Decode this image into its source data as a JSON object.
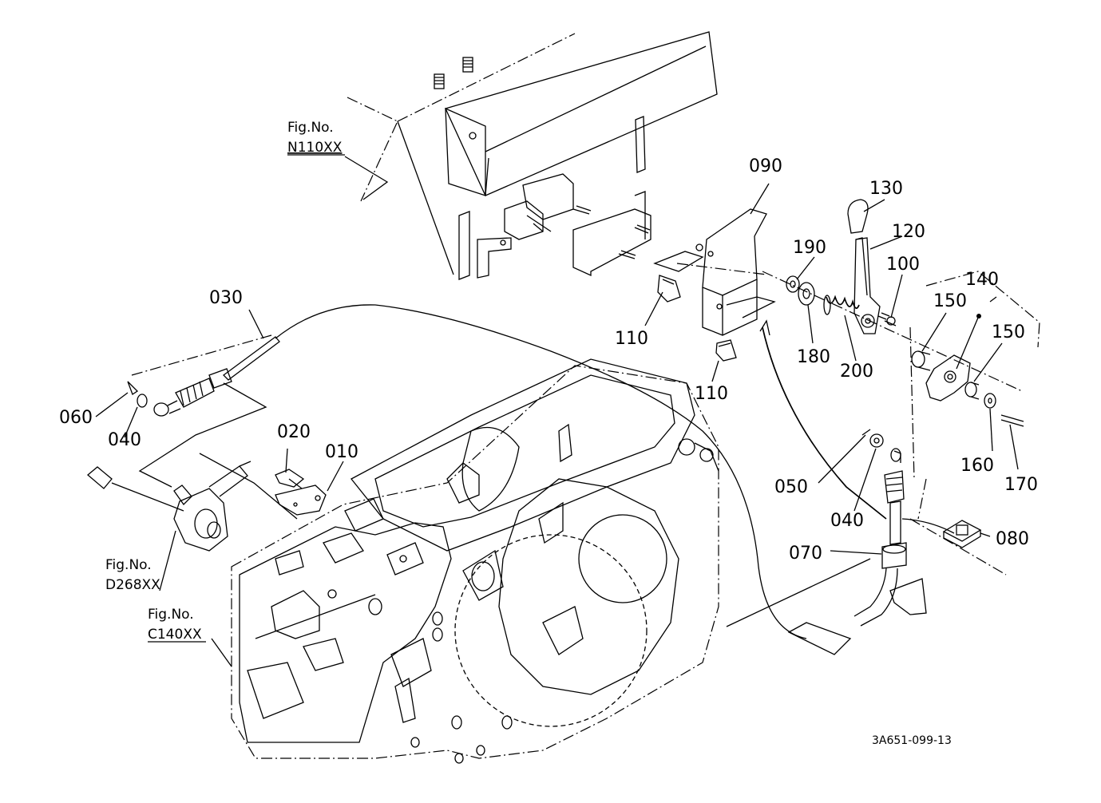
{
  "figure_refs": {
    "n110": {
      "line1": "Fig.No.",
      "line2": "N110XX"
    },
    "d268": {
      "line1": "Fig.No.",
      "line2": "D268XX"
    },
    "c140": {
      "line1": "Fig.No.",
      "line2": "C140XX"
    }
  },
  "part_labels": {
    "p010": "010",
    "p020": "020",
    "p030": "030",
    "p040a": "040",
    "p040b": "040",
    "p050": "050",
    "p060": "060",
    "p070": "070",
    "p080": "080",
    "p090": "090",
    "p100": "100",
    "p110a": "110",
    "p110b": "110",
    "p120": "120",
    "p130": "130",
    "p140": "140",
    "p150a": "150",
    "p150b": "150",
    "p160": "160",
    "p170": "170",
    "p180": "180",
    "p190": "190",
    "p200": "200"
  },
  "drawing_code": "3A651-099-13"
}
